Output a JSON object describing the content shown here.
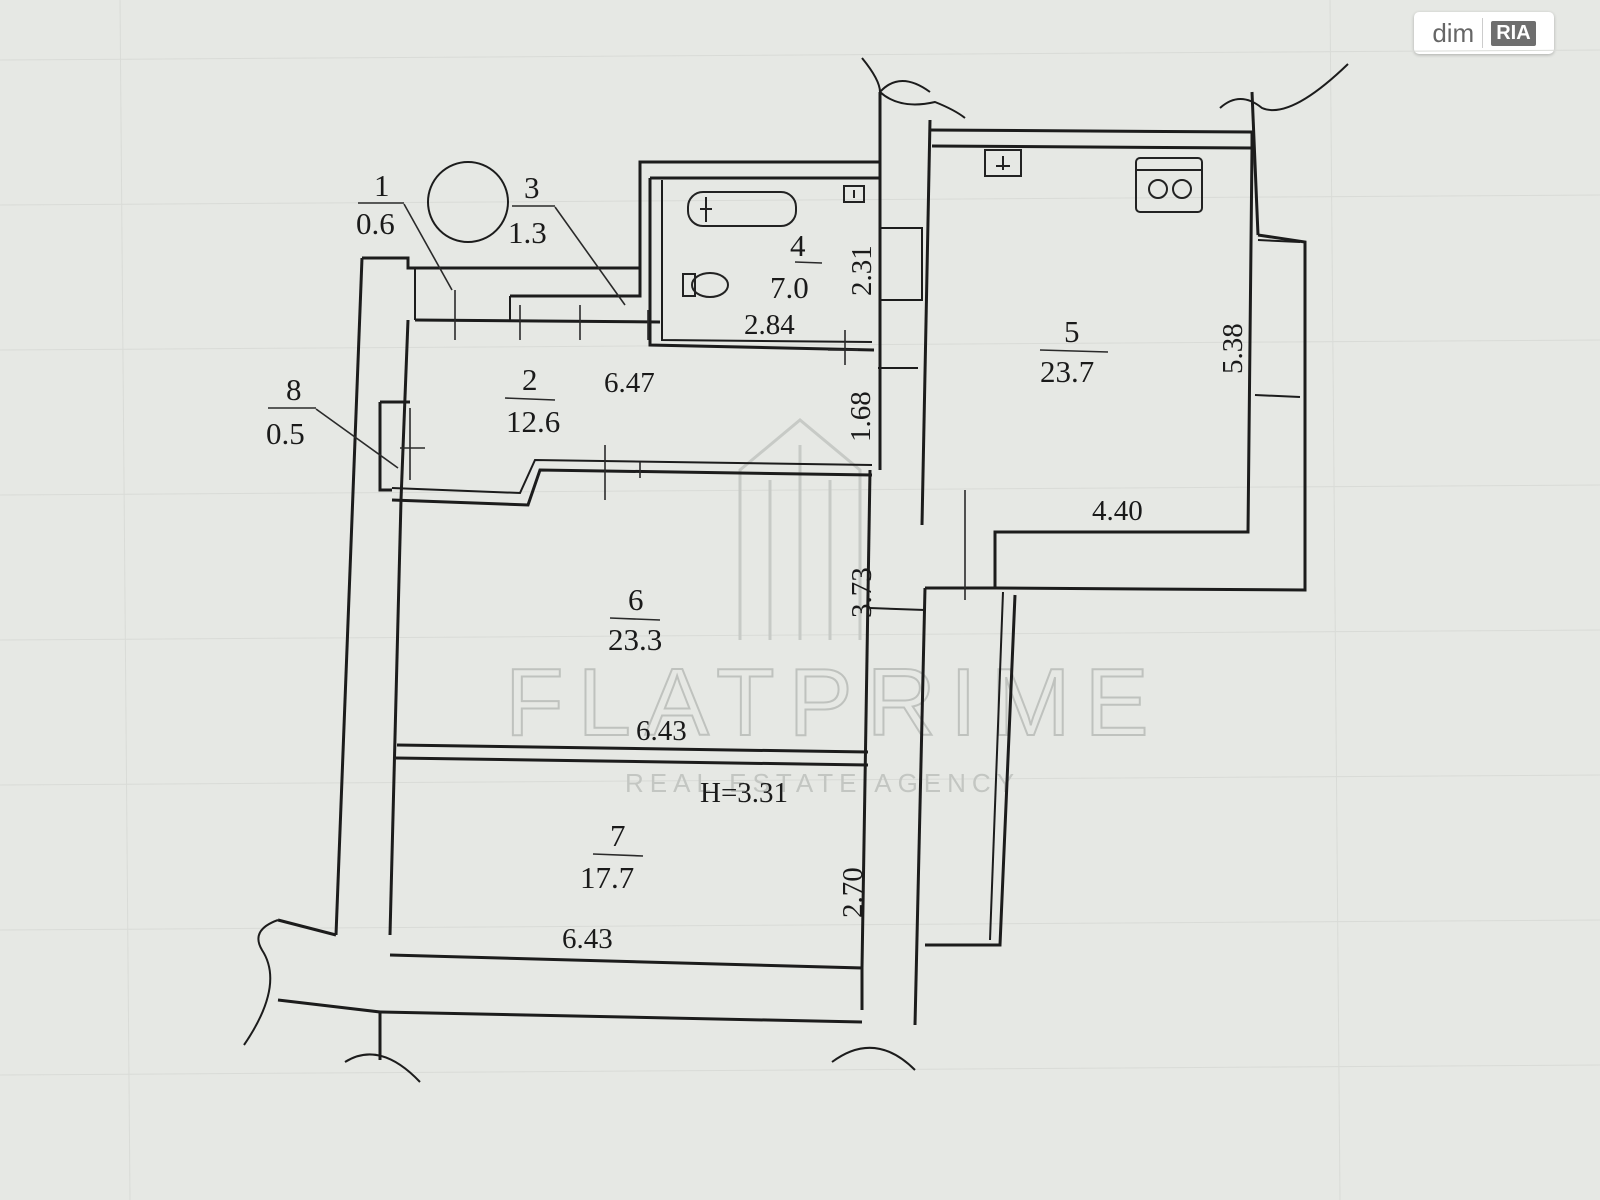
{
  "badge": {
    "left": "dim",
    "right": "RIA"
  },
  "watermark": {
    "brand": "FLATPRIME",
    "tagline": "REAL ESTATE AGENCY"
  },
  "height_note": "H=3.31",
  "rooms": [
    {
      "id": "1",
      "area": "0.6"
    },
    {
      "id": "2",
      "area": "12.6"
    },
    {
      "id": "3",
      "area": "1.3"
    },
    {
      "id": "4",
      "area": "7.0"
    },
    {
      "id": "5",
      "area": "23.7"
    },
    {
      "id": "6",
      "area": "23.3"
    },
    {
      "id": "7",
      "area": "17.7"
    },
    {
      "id": "8",
      "area": "0.5"
    }
  ],
  "dimensions": {
    "bath_height": "2.31",
    "bath_width": "2.84",
    "hall_width": "6.47",
    "hall_depth": "1.68",
    "room5_depth": "5.38",
    "room5_width": "4.40",
    "room6_depth": "3.73",
    "room6_width": "6.43",
    "room7_depth": "2.70",
    "room7_width": "6.43"
  }
}
